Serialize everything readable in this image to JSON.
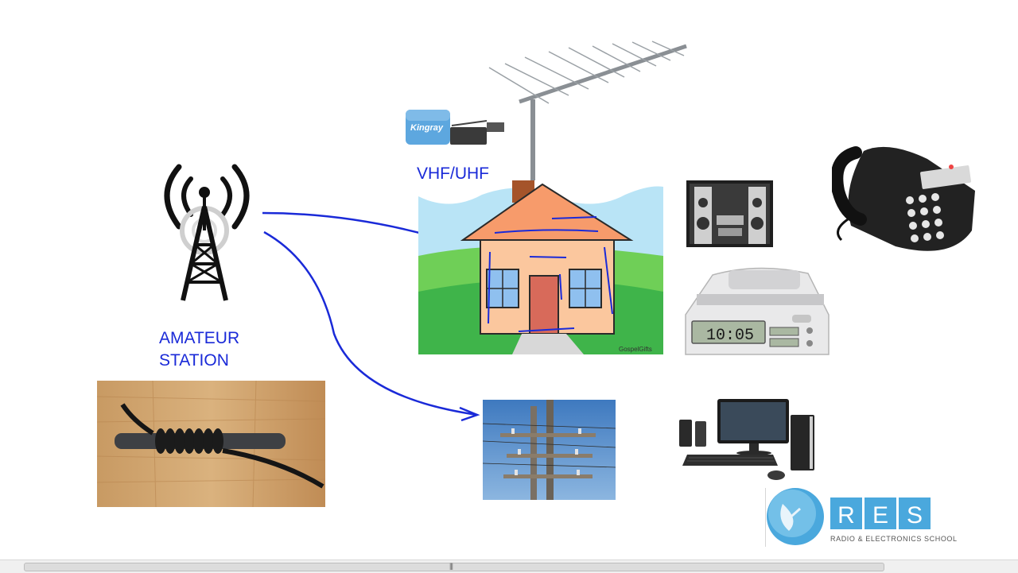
{
  "labels": {
    "band": "VHF/UHF",
    "station_line1": "AMATEUR",
    "station_line2": "STATION"
  },
  "house_credit": "GospelGifts",
  "booster_brand": "Kingray",
  "clock_time": "10:05",
  "logo": {
    "letters": [
      "R",
      "E",
      "S"
    ],
    "subtitle": "RADIO & ELECTRONICS SCHOOL"
  },
  "colors": {
    "ink_blue": "#1a2ad8",
    "logo_blue": "#4aa8dd"
  },
  "icons": {
    "station": "radio-tower-icon",
    "phone": "desk-telephone-icon",
    "computer": "desktop-computer-icon"
  }
}
